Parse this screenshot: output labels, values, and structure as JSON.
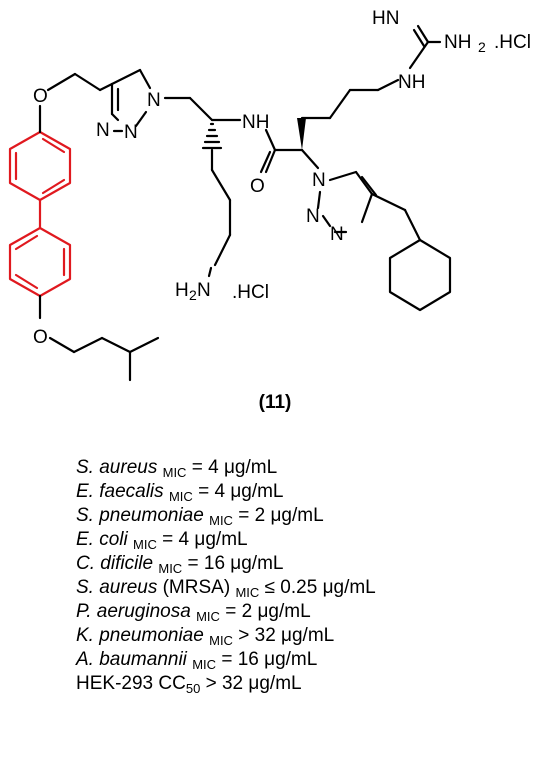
{
  "compound": {
    "label": "(11)",
    "atom_labels": {
      "imine_hn": "HN",
      "nh2": "NH",
      "nh2_sub": "2",
      "hcl_top": ".HCl",
      "guan_nh": "NH",
      "amide_nh": "NH",
      "amide_o": "O",
      "ether_o_top": "O",
      "ether_o_bottom": "O",
      "triazole1_n1": "N",
      "triazole1_n2": "N",
      "triazole1_n3": "N",
      "triazole2_n1": "N",
      "triazole2_n2": "N",
      "triazole2_n3": "N",
      "amine": "H",
      "amine_sub": "2",
      "amine_n": "N",
      "hcl_bottom": ".HCl"
    },
    "colors": {
      "biphenyl": "#e0191f",
      "bonds": "#000000"
    }
  },
  "activity": [
    {
      "organism": "S. aureus",
      "qualifier": "",
      "measure": "MIC",
      "relation": "=",
      "value": "4",
      "unit": "μg/mL"
    },
    {
      "organism": "E. faecalis",
      "qualifier": "",
      "measure": "MIC",
      "relation": "=",
      "value": "4",
      "unit": "μg/mL"
    },
    {
      "organism": "S. pneumoniae",
      "qualifier": "",
      "measure": "MIC",
      "relation": "=",
      "value": "2",
      "unit": "μg/mL"
    },
    {
      "organism": "E. coli",
      "qualifier": "",
      "measure": "MIC",
      "relation": "=",
      "value": "4",
      "unit": "μg/mL"
    },
    {
      "organism": "C. dificile",
      "qualifier": "",
      "measure": "MIC",
      "relation": "=",
      "value": "16",
      "unit": "μg/mL"
    },
    {
      "organism": "S. aureus",
      "qualifier": "(MRSA)",
      "measure": "MIC",
      "relation": "≤",
      "value": "0.25",
      "unit": "μg/mL"
    },
    {
      "organism": "P. aeruginosa",
      "qualifier": "",
      "measure": "MIC",
      "relation": "=",
      "value": "2",
      "unit": "μg/mL"
    },
    {
      "organism": "K. pneumoniae",
      "qualifier": "",
      "measure": "MIC",
      "relation": ">",
      "value": "32",
      "unit": "μg/mL"
    },
    {
      "organism": "A. baumannii",
      "qualifier": "",
      "measure": "MIC",
      "relation": "=",
      "value": "16",
      "unit": "μg/mL"
    }
  ],
  "cytotoxicity": {
    "cell_line": "HEK-293",
    "measure": "CC",
    "measure_sub": "50",
    "relation": ">",
    "value": "32",
    "unit": "μg/mL"
  }
}
